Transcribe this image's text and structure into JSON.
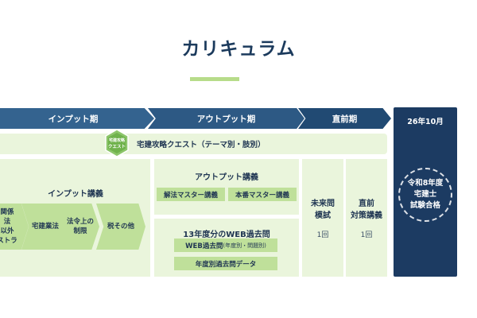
{
  "title": "カリキュラム",
  "phases": {
    "input": "インプット期",
    "output": "アウトプット期",
    "direct": "直前期",
    "exam_date": "26年10月"
  },
  "course": {
    "badge_line1": "宅建攻略",
    "badge_line2": "クエスト",
    "label": "宅建攻略クエスト（テーマ別・肢別）"
  },
  "input": {
    "title": "インプット講義",
    "subjects": [
      {
        "line1": "関係",
        "line2": "法",
        "line3": "以外",
        "line4": "ストラ"
      },
      {
        "line1": "宅建業法"
      },
      {
        "line1": "法令上の",
        "line2": "制限"
      },
      {
        "line1": "税その他"
      }
    ]
  },
  "output": {
    "title": "アウトプット講義",
    "pill1": "解法マスター講義",
    "pill2": "本番マスター講義"
  },
  "past": {
    "title": "13年度分のWEB過去問",
    "pill1_main": "WEB過去問",
    "pill1_sub": "(年度別・問題別)",
    "pill2": "年度別過去問データ"
  },
  "mock": {
    "line1": "未来問",
    "line2": "模試",
    "count": "1回"
  },
  "direct_course": {
    "line1": "直前",
    "line2": "対策講義",
    "count": "1回"
  },
  "exam": {
    "line1": "令和8年度",
    "line2": "宅建士",
    "line3": "試験合格"
  },
  "colors": {
    "navy": "#1c3b62",
    "phase_blue": "#34638f",
    "light_green": "#eaf5dc",
    "green": "#bfe09a",
    "accent_bar": "#b7dc8a"
  }
}
